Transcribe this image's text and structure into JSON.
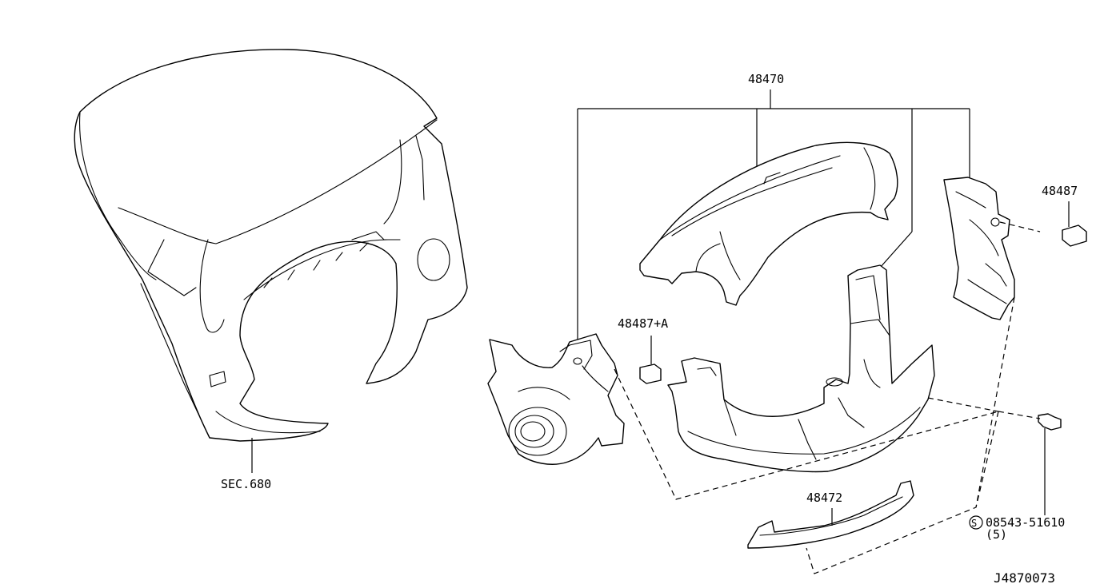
{
  "labels": {
    "cover_assembly": "48470",
    "clip_right": "48487",
    "clip_left": "48487+A",
    "lower_cover": "48472",
    "screw_symbol": "S",
    "screw_part": "08543-51610",
    "screw_qty": "(5)",
    "section_ref": "SEC.680",
    "diagram_id": "J4870073"
  }
}
